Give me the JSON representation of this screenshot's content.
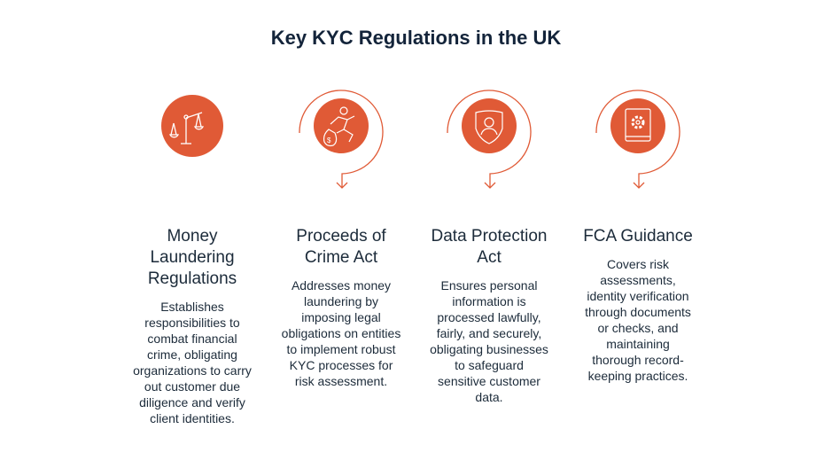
{
  "title": "Key KYC Regulations in the UK",
  "colors": {
    "accent": "#e05a36",
    "text": "#1c2b3a"
  },
  "items": [
    {
      "icon": "scales-icon",
      "heading": "Money Laundering Regulations",
      "description": "Establishes responsibilities to combat financial crime, obligating organizations to carry out customer due diligence and verify client identities."
    },
    {
      "icon": "thief-money-bag-icon",
      "heading": "Proceeds of Crime Act",
      "description": "Addresses money laundering by imposing legal obligations on entities to implement robust KYC processes for risk assessment."
    },
    {
      "icon": "shield-person-icon",
      "heading": "Data Protection Act",
      "description": "Ensures personal information is processed lawfully, fairly, and securely, obligating businesses to safeguard sensitive customer data."
    },
    {
      "icon": "gear-book-icon",
      "heading": "FCA Guidance",
      "description": "Covers risk assessments, identity verification through documents or checks, and maintaining thorough record-keeping practices."
    }
  ]
}
